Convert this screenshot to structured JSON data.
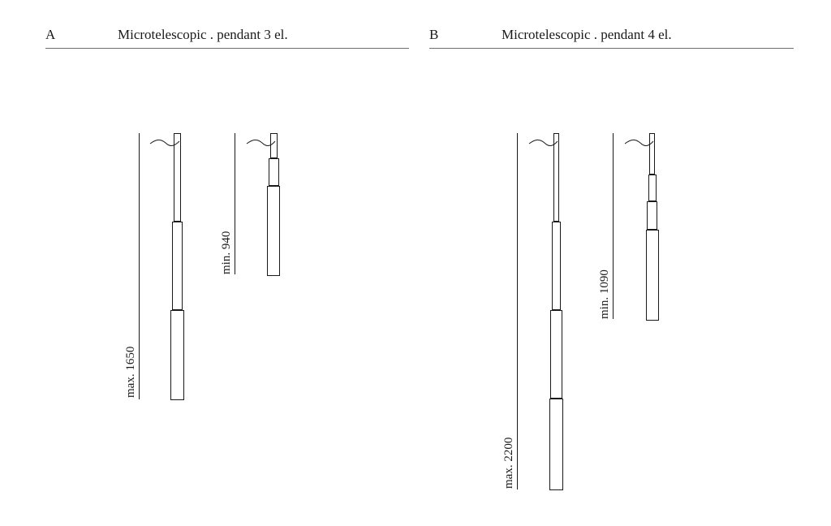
{
  "panels": [
    {
      "letter": "A",
      "title": "Microtelescopic . pendant 3 el.",
      "variants": {
        "extended": {
          "label": "max. 1650",
          "value_mm": 1650,
          "elements": 3
        },
        "collapsed": {
          "label": "min. 940",
          "value_mm": 940,
          "elements": 3
        }
      }
    },
    {
      "letter": "B",
      "title": "Microtelescopic . pendant 4 el.",
      "variants": {
        "extended": {
          "label": "max. 2200",
          "value_mm": 2200,
          "elements": 4
        },
        "collapsed": {
          "label": "min. 1090",
          "value_mm": 1090,
          "elements": 4
        }
      }
    }
  ],
  "colors": {
    "line": "#1a1a1a",
    "divider": "#6e6e6e"
  }
}
